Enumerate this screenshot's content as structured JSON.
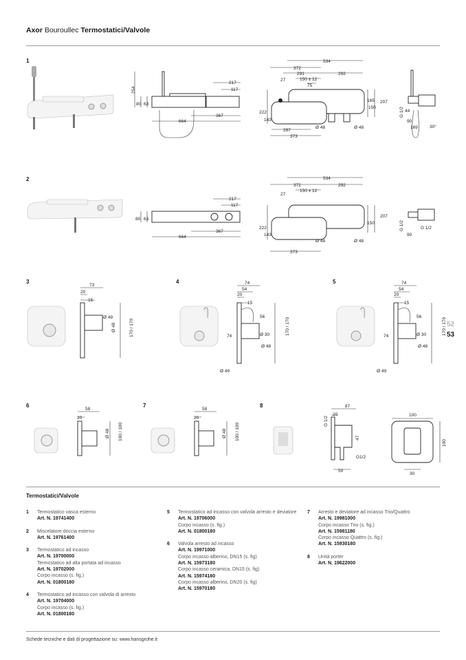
{
  "header": {
    "brand": "Axor",
    "collection": "Bouroullec",
    "title": "Termostatici/Valvole"
  },
  "figures": {
    "1": {
      "label": "1",
      "side": [
        "254",
        "80",
        "63",
        "217",
        "117",
        "367",
        "664"
      ],
      "top": [
        "534",
        "372",
        "291",
        "292",
        "150 ± 12",
        "75",
        "27",
        "222",
        "143",
        "165",
        "150",
        "207",
        "Ø 48",
        "Ø 48",
        "297",
        "373"
      ],
      "end": [
        "G 1/2",
        "44",
        "90",
        "169",
        "30°"
      ]
    },
    "2": {
      "label": "2",
      "side": [
        "80",
        "63",
        "217",
        "117",
        "367",
        "664"
      ],
      "top": [
        "534",
        "372",
        "292",
        "150 ± 12",
        "27",
        "222",
        "143",
        "150",
        "207",
        "Ø 48",
        "Ø 48",
        "373"
      ],
      "end": [
        "G 1/2",
        "G 1/2",
        "90"
      ]
    },
    "3": {
      "label": "3",
      "dims": [
        "73",
        "20",
        "15",
        "Ø 49",
        "Ø 48",
        "170 / 170"
      ]
    },
    "4": {
      "label": "4",
      "dims": [
        "74",
        "54",
        "20",
        "15",
        "56",
        "74",
        "Ø 30",
        "Ø 48",
        "170 / 170",
        "Ø 49"
      ]
    },
    "5": {
      "label": "5",
      "dims": [
        "74",
        "54",
        "20",
        "15",
        "56",
        "74",
        "Ø 30",
        "Ø 48",
        "170 / 170",
        "Ø 49"
      ]
    },
    "6": {
      "label": "6",
      "dims": [
        "58",
        "20",
        "Ø 48",
        "100 / 100"
      ]
    },
    "7": {
      "label": "7",
      "dims": [
        "58",
        "20",
        "Ø 48",
        "100 / 100"
      ]
    },
    "8": {
      "label": "8",
      "dims": [
        "87",
        "20",
        "G 1/2",
        "47",
        "G1/2",
        "50",
        "100",
        "100",
        "30"
      ]
    }
  },
  "page_numbers": {
    "left": "52",
    "right": "53"
  },
  "section_title": "Termostatici/Valvole",
  "items": [
    {
      "n": "1",
      "lines": [
        [
          "d",
          "Termostatico vasca esterno"
        ],
        [
          "a",
          "Art. N. 19741400"
        ]
      ]
    },
    {
      "n": "2",
      "lines": [
        [
          "d",
          "Miscelatore doccia esterno"
        ],
        [
          "a",
          "Art. N. 19761400"
        ]
      ]
    },
    {
      "n": "3",
      "lines": [
        [
          "d",
          "Termostatico ad incasso"
        ],
        [
          "a",
          "Art. N. 19700000"
        ],
        [
          "d",
          "Termostatico ad alta portata ad incasso"
        ],
        [
          "a",
          "Art. N. 19702000"
        ],
        [
          "d",
          "Corpo incasso (s. fig.)"
        ],
        [
          "a",
          "Art. N. 01800180"
        ]
      ]
    },
    {
      "n": "4",
      "lines": [
        [
          "d",
          "Termostatico ad incasso con valvola di arresto"
        ],
        [
          "a",
          "Art. N. 19704000"
        ],
        [
          "d",
          "Corpo incasso (s. fig.)"
        ],
        [
          "a",
          "Art. N. 01800180"
        ]
      ]
    },
    {
      "n": "5",
      "lines": [
        [
          "d",
          "Termostatico ad incasso con valvola arresto e deviatore"
        ],
        [
          "a",
          "Art. N. 19706000"
        ],
        [
          "d",
          "Corpo incasso (s. fig.)"
        ],
        [
          "a",
          "Art. N. 01800180"
        ]
      ]
    },
    {
      "n": "6",
      "lines": [
        [
          "d",
          "Valvola arresto ad incasso"
        ],
        [
          "a",
          "Art. N. 19971000"
        ],
        [
          "d",
          "Corpo incasso alberino, DN15 (s. fig)"
        ],
        [
          "a",
          "Art. N. 15973180"
        ],
        [
          "d",
          "Corpo incasso ceramica, DN15 (s. fig)"
        ],
        [
          "a",
          "Art. N. 15974180"
        ],
        [
          "d",
          "Corpo incasso alberino, DN20 (s. fig)"
        ],
        [
          "a",
          "Art. N. 15970180"
        ]
      ]
    },
    {
      "n": "7",
      "lines": [
        [
          "d",
          "Arresto e deviatore ad incasso Trio/Quattro"
        ],
        [
          "a",
          "Art. N. 19981000"
        ],
        [
          "d",
          "Corpo incasso Trio (s. fig.)"
        ],
        [
          "a",
          "Art. N. 15981180"
        ],
        [
          "d",
          "Corpo incasso Quattro (s. fig.)"
        ],
        [
          "a",
          "Art. N. 15930180"
        ]
      ]
    },
    {
      "n": "8",
      "lines": [
        [
          "d",
          "Unità porter"
        ],
        [
          "a",
          "Art. N. 19622000"
        ]
      ]
    }
  ],
  "footer": "Schede tecniche e dati di progettazione su: www.hansgrohe.it"
}
